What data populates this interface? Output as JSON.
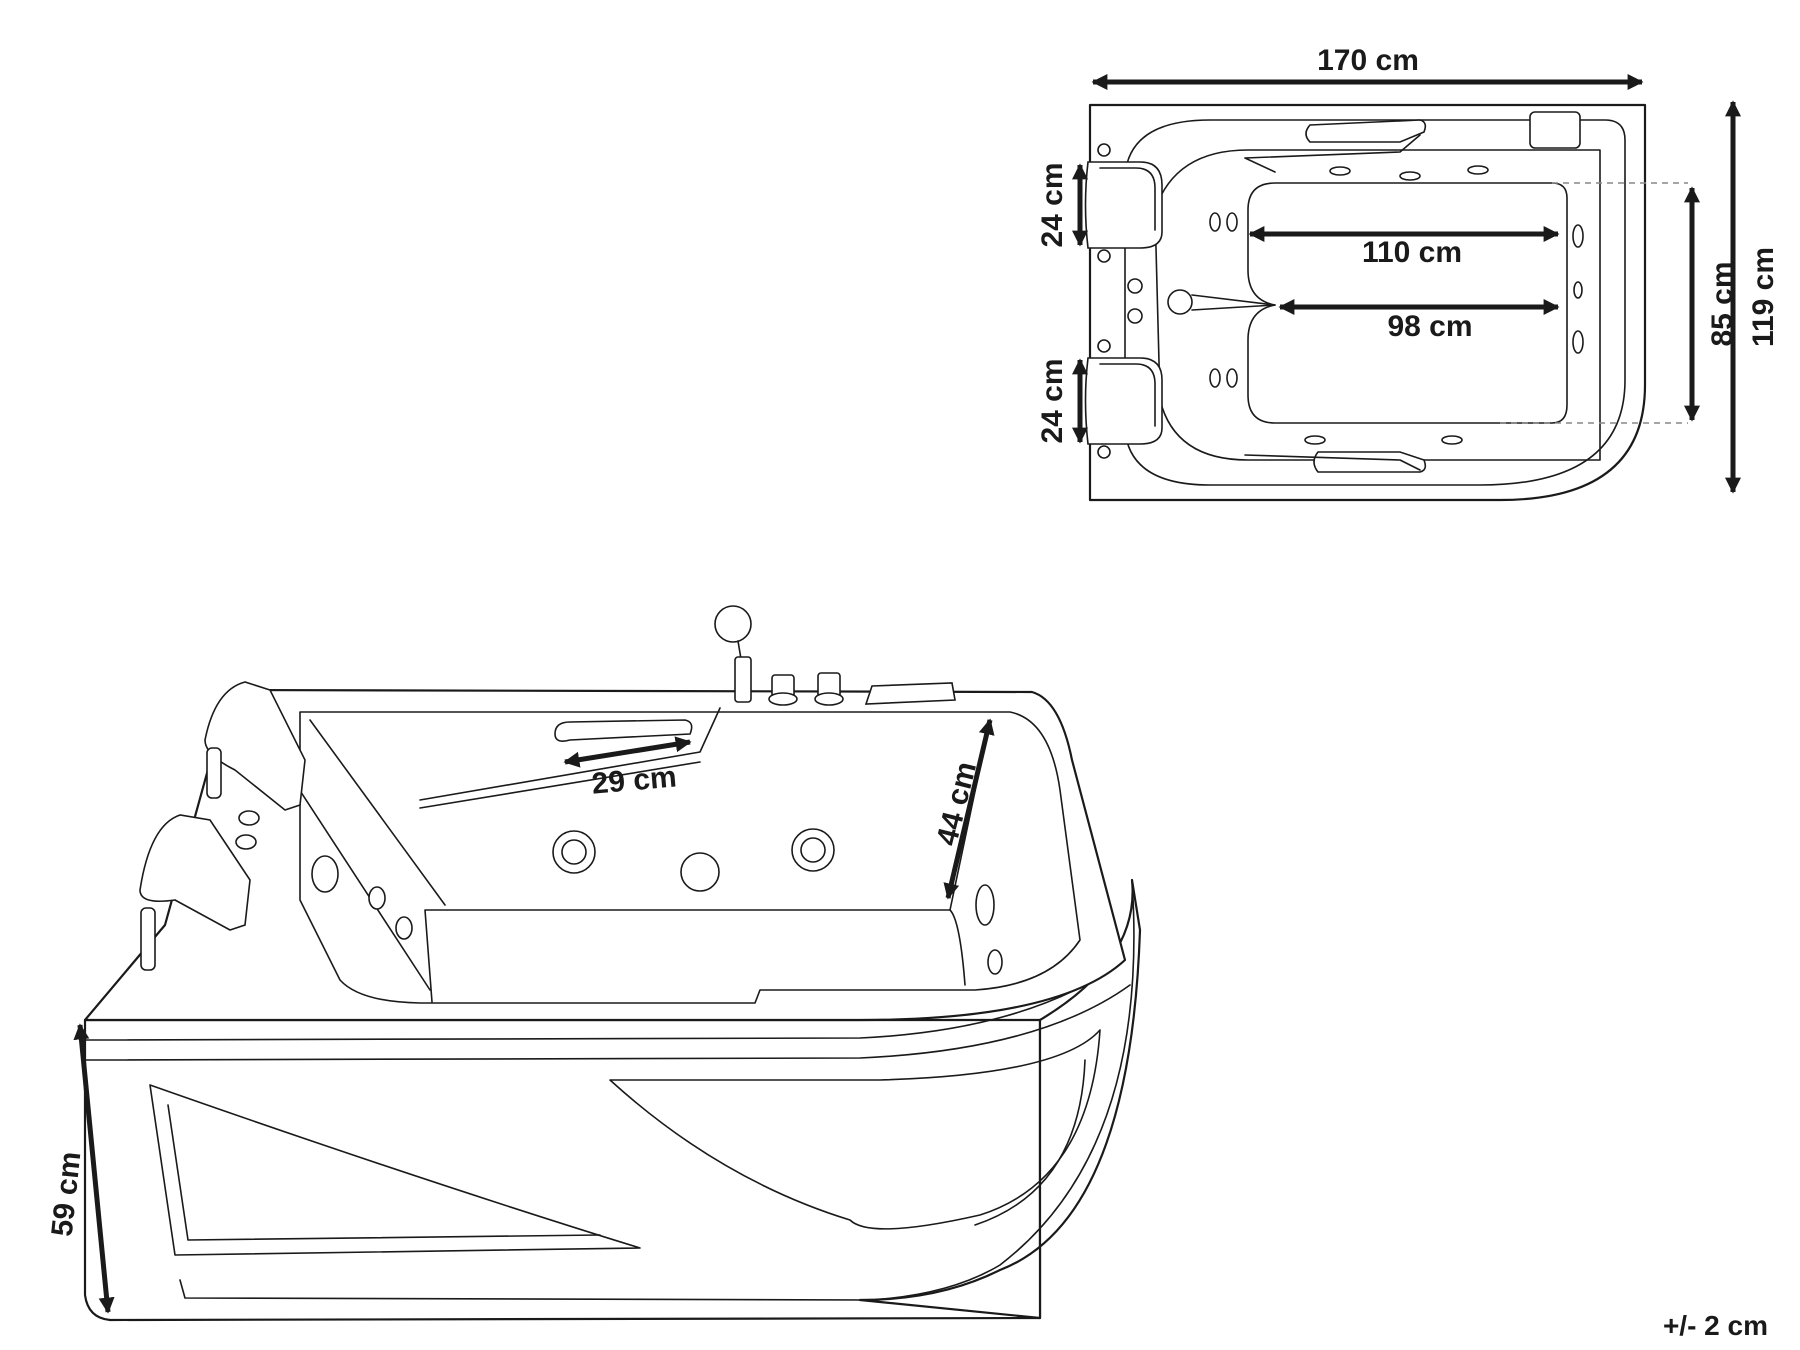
{
  "top_view": {
    "width_label": "170 cm",
    "depth_label": "119 cm",
    "inner_depth_label": "85 cm",
    "inner_length_label": "110 cm",
    "inner_length_lower_label": "98 cm",
    "headrest_top_label": "24 cm",
    "headrest_bottom_label": "24 cm"
  },
  "perspective_view": {
    "armrest_label": "29 cm",
    "inner_height_label": "44 cm",
    "outer_height_label": "59 cm"
  },
  "tolerance_label": "+/- 2 cm",
  "colors": {
    "line": "#1a1a1a",
    "background": "#ffffff",
    "guide": "#888888"
  }
}
